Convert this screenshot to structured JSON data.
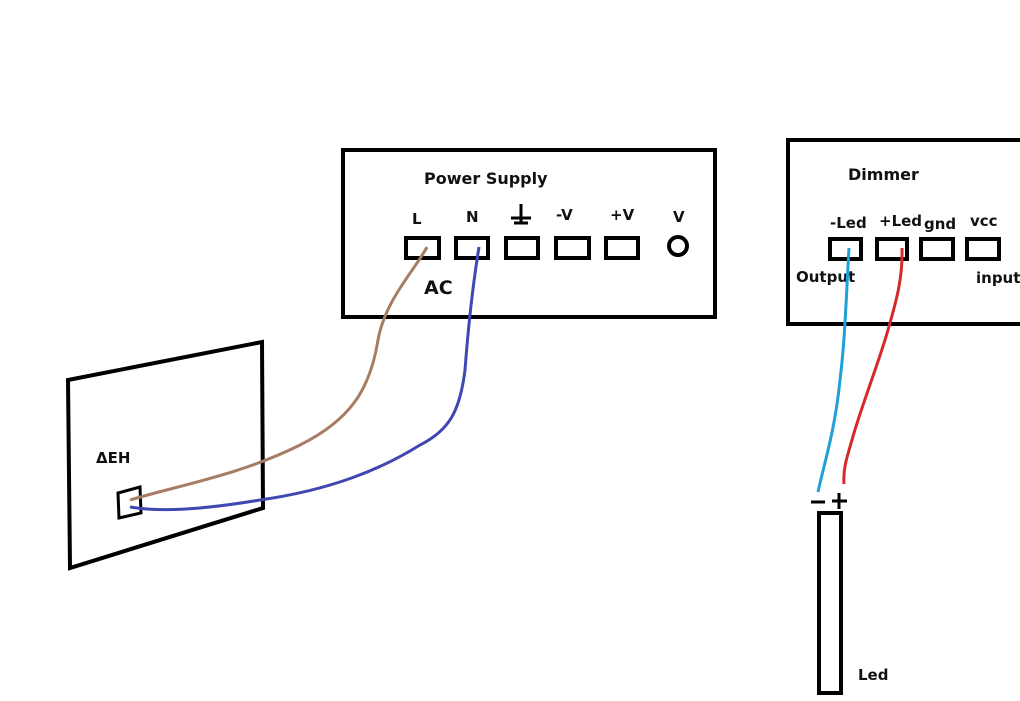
{
  "power_supply": {
    "title": "Power Supply",
    "terminals": [
      "L",
      "N",
      "ground",
      "-V",
      "+V",
      "V"
    ],
    "ac_label": "AC"
  },
  "wall_outlet": {
    "label": "ΔΕΗ"
  },
  "dimmer": {
    "title": "Dimmer",
    "terminals": [
      "-Led",
      "+Led",
      "gnd",
      "vcc"
    ],
    "output_label": "Output",
    "input_label": "input"
  },
  "led": {
    "label": "Led",
    "minus": "-",
    "plus": "+"
  },
  "wire_colors": {
    "live": "#a67c62",
    "neutral": "#3f48b0",
    "led_negative": "#1fa0d8",
    "led_positive": "#d42a2a"
  }
}
